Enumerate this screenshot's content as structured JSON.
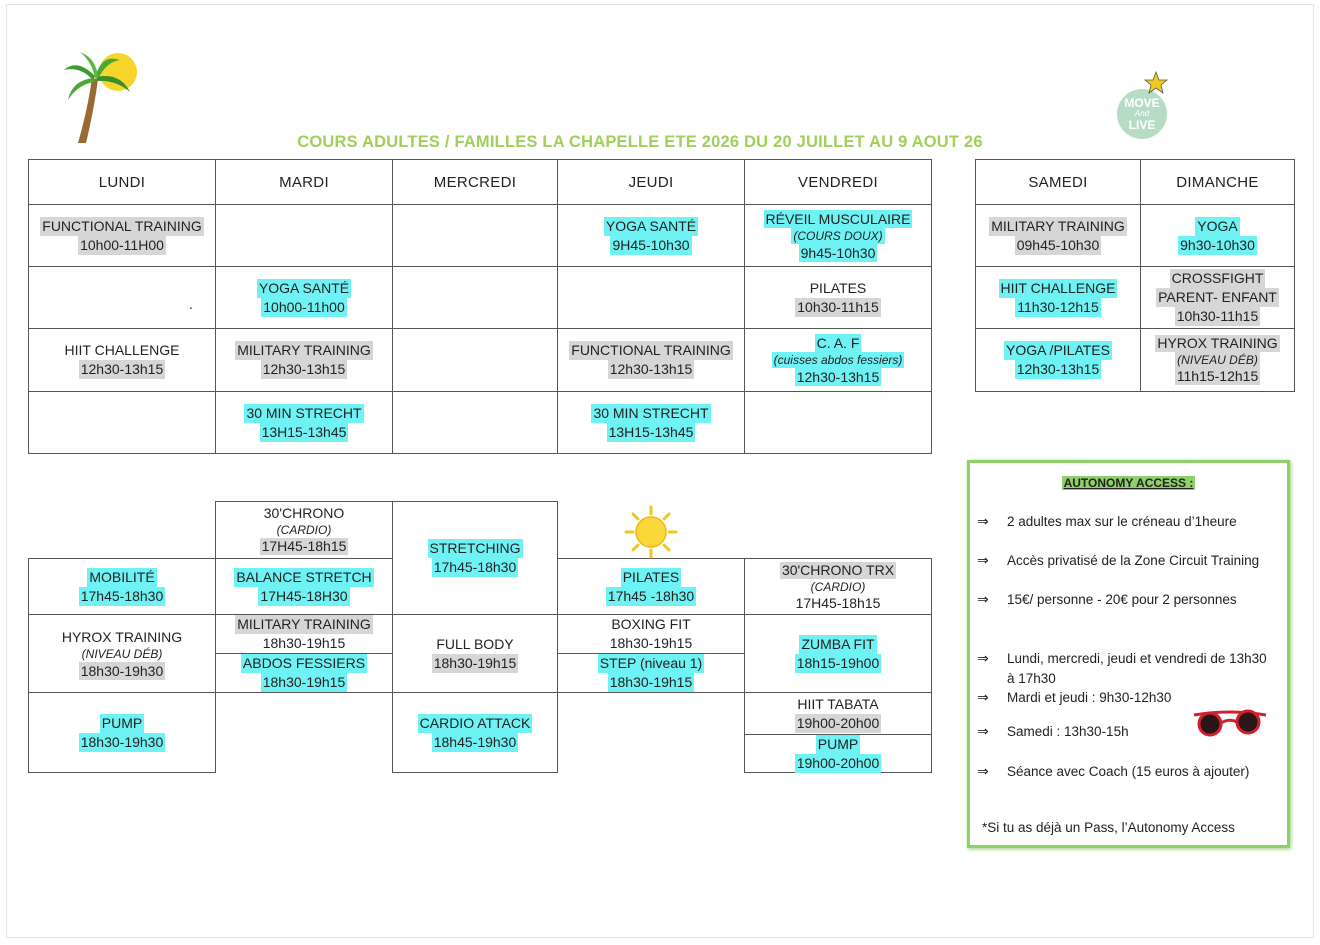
{
  "title": "COURS ADULTES / FAMILLES LA CHAPELLE ETE 2026 DU 20 JUILLET AU 9 AOUT 26",
  "colors": {
    "highlight_cyan": "#6ff2f4",
    "highlight_grey": "#d6d6d6",
    "title_green": "#9fd05a",
    "box_border": "#8fd06a"
  },
  "icons": {
    "palm": "palm-tree-icon",
    "sun": "sun-icon",
    "logo": "move-and-live-logo",
    "sunglasses": "sunglasses-icon"
  },
  "logo": {
    "text_top": "MOVE",
    "text_mid": "And",
    "text_bottom": "LIVE"
  },
  "weekdays": [
    "LUNDI",
    "MARDI",
    "MERCREDI",
    "JEUDI",
    "VENDREDI"
  ],
  "weekend": [
    "SAMEDI",
    "DIMANCHE"
  ],
  "morning": {
    "lundi": {
      "r1": {
        "name": "FUNCTIONAL TRAINING",
        "time": "10h00-11H00"
      },
      "r3": {
        "name": "HIIT CHALLENGE",
        "time": "12h30-13h15"
      }
    },
    "mardi": {
      "r2": {
        "name": "YOGA SANTÉ",
        "time": "10h00-11h00",
        "mark": "."
      },
      "r3": {
        "name": "MILITARY TRAINING",
        "time": "12h30-13h15"
      },
      "r4": {
        "name": "30 MIN STRECHT",
        "time": "13H15-13h45"
      }
    },
    "jeudi": {
      "r1": {
        "name": "YOGA SANTÉ",
        "time": "9H45-10h30"
      },
      "r3": {
        "name": "FUNCTIONAL TRAINING",
        "time": "12h30-13h15"
      },
      "r4": {
        "name": "30 MIN STRECHT",
        "time": "13H15-13h45"
      }
    },
    "vendredi": {
      "r1": {
        "name": "RÉVEIL MUSCULAIRE",
        "sub": "(COURS DOUX)",
        "time": "9h45-10h30"
      },
      "r2": {
        "name": "PILATES",
        "time": "10h30-11h15"
      },
      "r3": {
        "name": "C. A. F",
        "sub": "(cuisses abdos fessiers)",
        "time": "12h30-13h15"
      }
    },
    "samedi": {
      "r1": {
        "name": "MILITARY TRAINING",
        "time": "09h45-10h30"
      },
      "r2": {
        "name": "HIIT CHALLENGE",
        "time": "11h30-12h15"
      },
      "r3": {
        "name": "YOGA /PILATES",
        "time": "12h30-13h15"
      }
    },
    "dimanche": {
      "r1": {
        "name": "YOGA",
        "time": "9h30-10h30"
      },
      "r2": {
        "line1": "CROSSFIGHT",
        "line2": "PARENT- ENFANT",
        "time": "10h30-11h15"
      },
      "r3": {
        "name": "HYROX TRAINING",
        "sub": "(NIVEAU DÉB)",
        "time": "11h15-12h15"
      }
    }
  },
  "evening": {
    "mardi_chrono": {
      "name": "30'CHRONO",
      "sub": "(CARDIO)",
      "time": "17H45-18h15"
    },
    "lundi_mobilite": {
      "name": "MOBILITÉ",
      "time": "17h45-18h30"
    },
    "mardi_balance": {
      "name": "BALANCE STRETCH",
      "time": "17H45-18H30"
    },
    "mercredi_stretching": {
      "name": "STRETCHING",
      "time": "17h45-18h30"
    },
    "jeudi_pilates": {
      "name": "PILATES",
      "time": "17h45 -18h30"
    },
    "vendredi_trx": {
      "name": "30'CHRONO TRX",
      "sub": "(CARDIO)",
      "time": "17H45-18h15"
    },
    "lundi_hyrox": {
      "name": "HYROX TRAINING",
      "sub": "(NIVEAU DÉB)",
      "time": "18h30-19h30"
    },
    "mardi_military": {
      "name": "MILITARY TRAINING",
      "time": "18h30-19h15"
    },
    "mardi_abdos": {
      "name": "ABDOS FESSIERS",
      "time": "18h30-19h15"
    },
    "mercredi_fullbody": {
      "name": "FULL BODY",
      "time": "18h30-19h15"
    },
    "jeudi_boxing": {
      "name": "BOXING FIT",
      "time": "18h30-19h15"
    },
    "jeudi_step": {
      "name": "STEP (niveau 1)",
      "time": "18h30-19h15"
    },
    "vendredi_zumba": {
      "name": "ZUMBA FIT",
      "time": "18h15-19h00"
    },
    "lundi_pump": {
      "name": "PUMP",
      "time": "18h30-19h30"
    },
    "mercredi_cardio": {
      "name": "CARDIO ATTACK",
      "time": "18h45-19h30"
    },
    "vendredi_tabata": {
      "name": "HIIT TABATA",
      "time": "19h00-20h00"
    },
    "vendredi_pump": {
      "name": "PUMP",
      "time": "19h00-20h00"
    }
  },
  "autonomy": {
    "title": "AUTONOMY ACCESS :",
    "arrow": "⇒",
    "items": [
      "2 adultes max sur le créneau d’1heure",
      "Accès privatisé de la Zone Circuit Training",
      "15€/ personne - 20€ pour 2 personnes",
      "Lundi, mercredi, jeudi et vendredi de 13h30 à 17h30",
      "Mardi et jeudi : 9h30-12h30",
      "Samedi : 13h30-15h",
      "Séance avec Coach (15 euros à ajouter)"
    ],
    "note": "*Si tu as déjà un Pass, l’Autonomy Access"
  }
}
